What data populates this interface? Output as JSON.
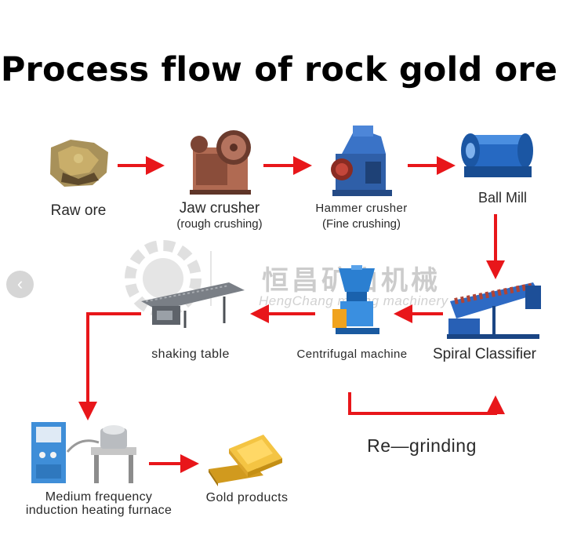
{
  "title": "Process flow of rock  gold ore",
  "nodes": {
    "raw_ore": "Raw ore",
    "jaw_crusher": {
      "name": "Jaw crusher",
      "note": "(rough crushing)"
    },
    "hammer_crusher": {
      "name": "Hammer crusher",
      "note": "(Fine crushing)"
    },
    "ball_mill": "Ball Mill",
    "spiral_classifier": "Spiral Classifier",
    "centrifugal_machine": "Centrifugal machine",
    "shaking_table": "shaking table",
    "furnace": {
      "line1": "Medium frequency",
      "line2": "induction heating furnace"
    },
    "gold_products": "Gold products",
    "regrinding": "Re—grinding"
  },
  "watermark": {
    "cn": "恒昌矿山机械",
    "en": "HengChang mining machinery"
  },
  "nav": {
    "prev_icon": "chevron-left-icon",
    "prev_glyph": "‹"
  },
  "colors": {
    "arrow": "#e8161a",
    "title": "#000000",
    "label": "#2a2a2a"
  }
}
